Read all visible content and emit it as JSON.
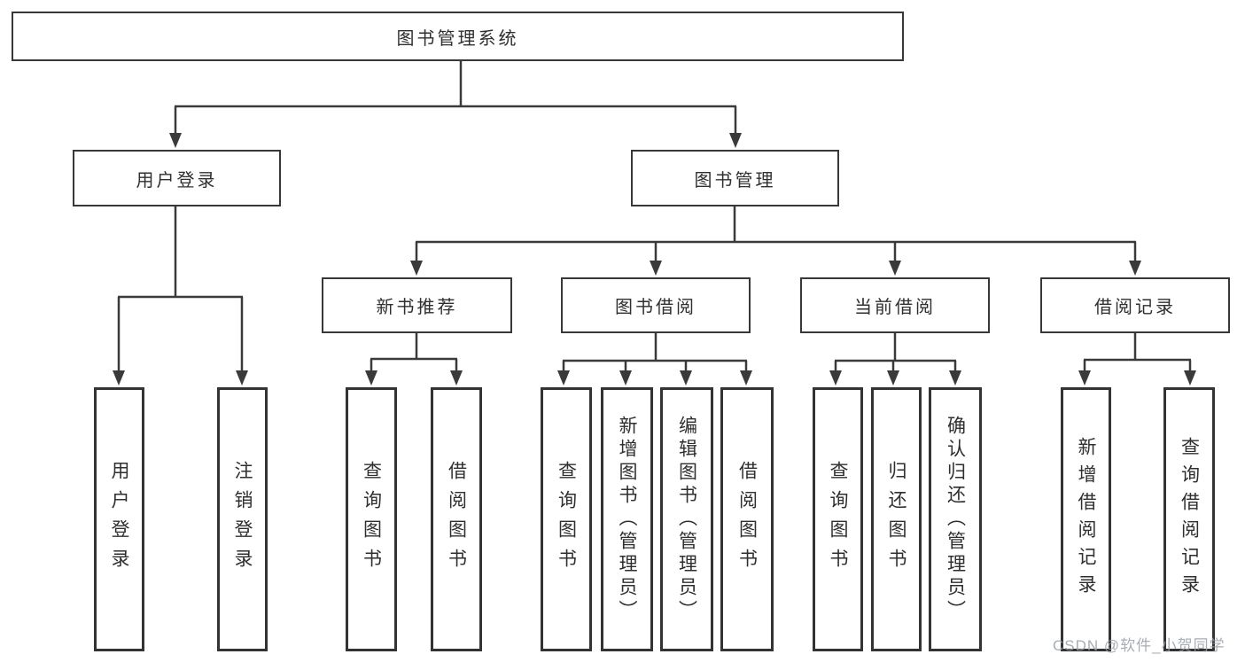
{
  "tree": {
    "root": {
      "label": "图书管理系统",
      "children": [
        {
          "label": "用户登录",
          "children": [
            {
              "label": "用户登录"
            },
            {
              "label": "注销登录"
            }
          ]
        },
        {
          "label": "图书管理",
          "children": [
            {
              "label": "新书推荐",
              "children": [
                {
                  "label": "查询图书"
                },
                {
                  "label": "借阅图书"
                }
              ]
            },
            {
              "label": "图书借阅",
              "children": [
                {
                  "label": "查询图书"
                },
                {
                  "label": "新增图书（管理员）"
                },
                {
                  "label": "编辑图书（管理员）"
                },
                {
                  "label": "借阅图书"
                }
              ]
            },
            {
              "label": "当前借阅",
              "children": [
                {
                  "label": "查询图书"
                },
                {
                  "label": "归还图书"
                },
                {
                  "label": "确认归还（管理员）"
                }
              ]
            },
            {
              "label": "借阅记录",
              "children": [
                {
                  "label": "新增借阅记录"
                },
                {
                  "label": "查询借阅记录"
                }
              ]
            }
          ]
        }
      ]
    }
  },
  "watermark": {
    "text": "CSDN @软件_小贺同学"
  },
  "colors": {
    "line": "#3a3a3a",
    "box_border": "#383838",
    "text": "#2f2f2f",
    "watermark": "#9aa0a8",
    "background": "#ffffff"
  }
}
